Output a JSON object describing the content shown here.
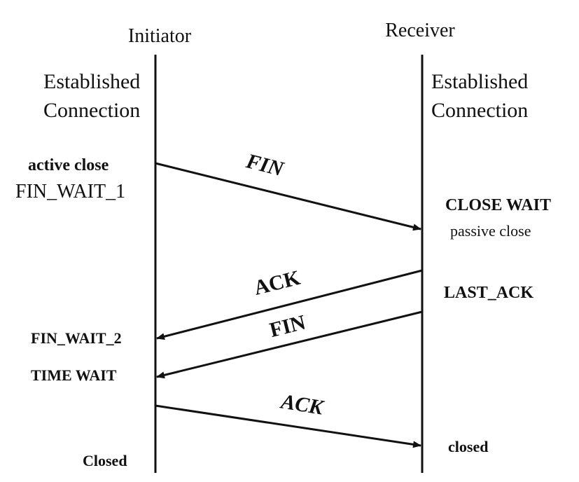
{
  "initiator": {
    "title": "Initiator",
    "state_established_1": "Established",
    "state_established_2": "Connection",
    "active_close": "active close",
    "fin_wait_1": "FIN_WAIT_1",
    "fin_wait_2": "FIN_WAIT_2",
    "time_wait": "TIME WAIT",
    "closed": "Closed"
  },
  "receiver": {
    "title": "Receiver",
    "state_established_1": "Established",
    "state_established_2": "Connection",
    "close_wait": "CLOSE WAIT",
    "passive_close": "passive close",
    "last_ack": "LAST_ACK",
    "closed": "closed"
  },
  "messages": {
    "fin_1": "FIN",
    "ack_1": "ACK",
    "fin_2": "FIN",
    "ack_2": "ACK"
  },
  "colors": {
    "line": "#111111",
    "background": "#ffffff"
  }
}
